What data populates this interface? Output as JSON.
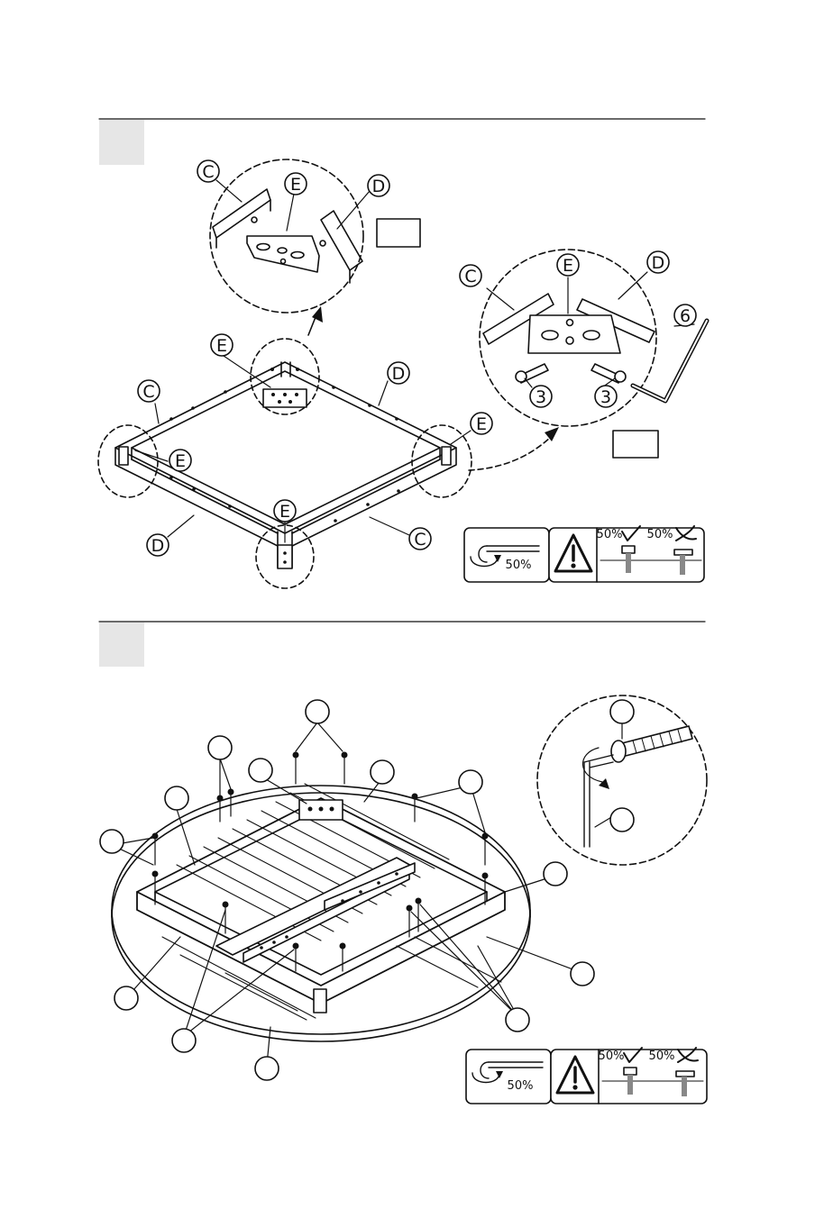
{
  "step1": {
    "callouts": {
      "c_frame_left": "C",
      "d_frame_right": "D",
      "c_frame_right": "C",
      "d_frame_left": "D",
      "e_top": "E",
      "e_left": "E",
      "e_right": "E",
      "e_bottom": "E",
      "zoom1_c": "C",
      "zoom1_e": "E",
      "zoom1_d": "D",
      "zoom2_c": "C",
      "zoom2_e": "E",
      "zoom2_d": "D",
      "zoom2_bolt_left": "3",
      "zoom2_bolt_right": "3",
      "zoom2_key": "6"
    },
    "tighten_percent": "50%",
    "good_percent": "50%",
    "bad_percent": "50%"
  },
  "step2": {
    "tighten_percent": "50%",
    "good_percent": "50%",
    "bad_percent": "50%"
  },
  "icons": [
    "hex-key-rotate-icon",
    "warning-triangle-icon",
    "check-icon",
    "cross-icon"
  ],
  "colors": {
    "ink": "#111111",
    "step_box": "#e6e6e6"
  }
}
